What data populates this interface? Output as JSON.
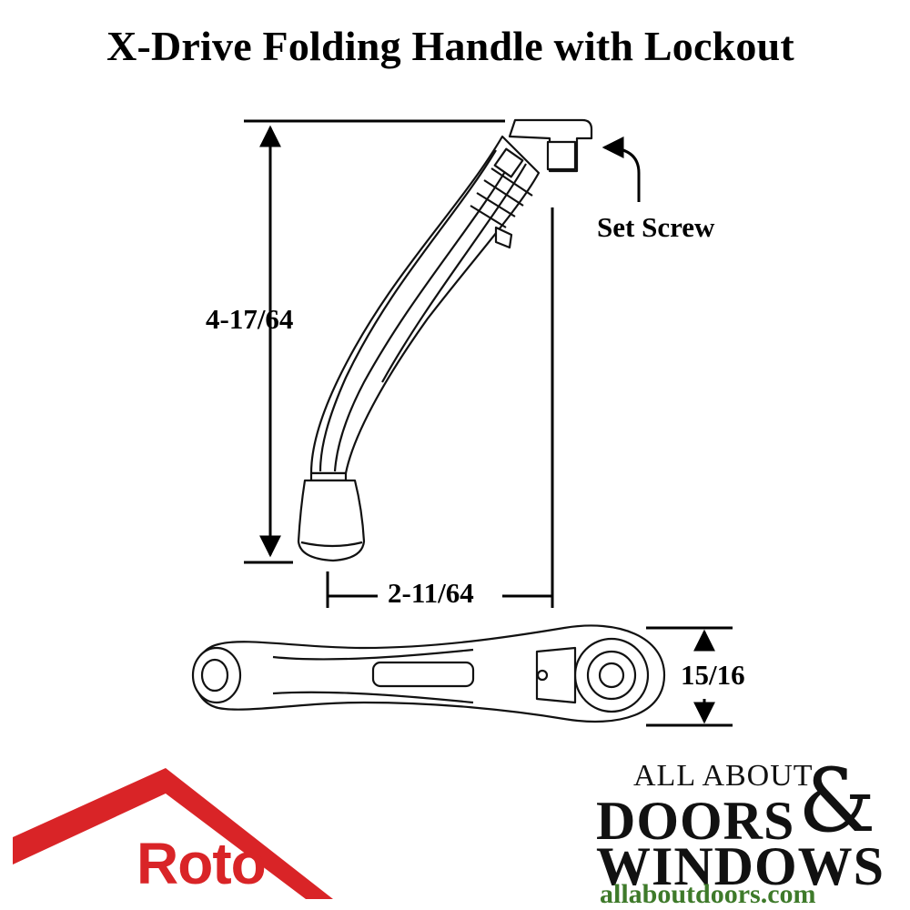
{
  "title": "X-Drive Folding Handle with Lockout",
  "dimensions": {
    "height": "4-17/64",
    "width": "2-11/64",
    "thickness": "15/16"
  },
  "callouts": {
    "set_screw": "Set Screw"
  },
  "brand_roto": {
    "name": "Roto",
    "color": "#d92427"
  },
  "brand_aad": {
    "line1": "ALL ABOUT",
    "doors": "DOORS",
    "ampersand": "&",
    "windows": "WINDOWS",
    "url": "allaboutdoors.com",
    "url_color": "#3e7a2a"
  },
  "icons": {
    "handle_side_view": "folding-handle-side-view-drawing",
    "handle_top_view": "folding-handle-top-view-drawing"
  }
}
